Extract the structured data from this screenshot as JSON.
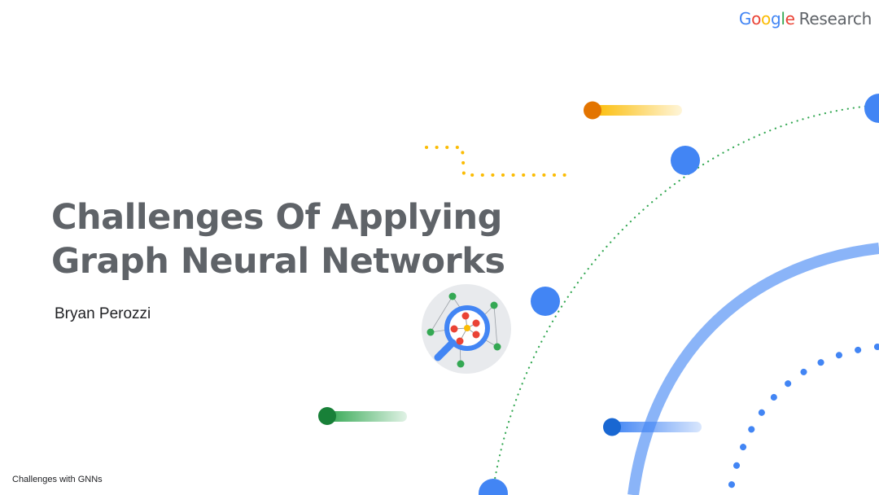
{
  "brand": {
    "letters": [
      {
        "ch": "G",
        "color": "#4285F4"
      },
      {
        "ch": "o",
        "color": "#EA4335"
      },
      {
        "ch": "o",
        "color": "#FBBC04"
      },
      {
        "ch": "g",
        "color": "#4285F4"
      },
      {
        "ch": "l",
        "color": "#34A853"
      },
      {
        "ch": "e",
        "color": "#EA4335"
      }
    ],
    "research": "Research"
  },
  "slide": {
    "title_line1": "Challenges Of Applying",
    "title_line2": "Graph Neural Networks",
    "author": "Bryan Perozzi",
    "footer": "Challenges with GNNs"
  },
  "icons": {
    "center": "graph-magnifier-icon"
  },
  "colors": {
    "title": "#5f6368",
    "blue": "#4285F4",
    "light_blue": "#8AB4F8",
    "dark_blue": "#1967D2",
    "green": "#34A853",
    "dark_green": "#188038",
    "orange": "#E37400",
    "yellow": "#FBBC04",
    "red": "#EA4335"
  }
}
